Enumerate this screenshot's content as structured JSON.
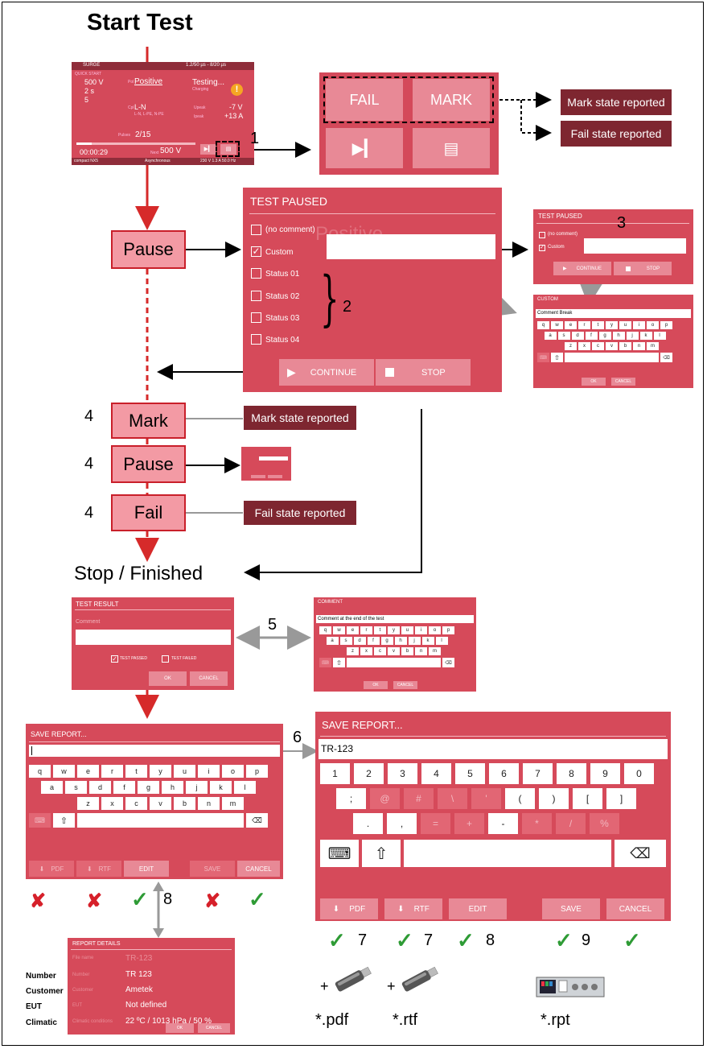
{
  "title": "Start Test",
  "surge": {
    "app": "SURGE",
    "wave": "1.2/50 µs - 8/20 µs",
    "quick": "QUICK START",
    "v1": "500 V",
    "v2": "2 s",
    "v3": "5",
    "pol_label": "Pol",
    "pol": "Positive",
    "testing": "Testing...",
    "charging": "Charging",
    "cpl_label": "Cpl",
    "cpl": "L-N",
    "cpl_sub": "L-N, L-PE, N-PE",
    "upeak_label": "Upeak",
    "upeak": "-7 V",
    "ipeak_label": "Ipeak",
    "ipeak": "+13 A",
    "pulses_label": "Pulses",
    "pulses": "2/15",
    "elapsed": "00:00:29",
    "next_label": "Next",
    "next_v": "500 V",
    "status_left": "compact NX5",
    "status_mid": "Asynchronous",
    "status_right": "230 V  1.3 A  50.0 Hz"
  },
  "action_panel": {
    "fail": "FAIL",
    "mark": "MARK"
  },
  "reports": {
    "mark": "Mark state reported",
    "fail": "Fail state reported"
  },
  "steps": {
    "pause": "Pause",
    "mark": "Mark",
    "fail": "Fail",
    "stop": "Stop / Finished"
  },
  "numbers": {
    "n1": "1",
    "n2": "2",
    "n3": "3",
    "n4": "4",
    "n5": "5",
    "n6": "6",
    "n7": "7",
    "n8": "8",
    "n9": "9"
  },
  "test_paused": {
    "title": "TEST PAUSED",
    "opts": [
      "(no comment)",
      "Custom",
      "Status 01",
      "Status 02",
      "Status 03",
      "Status 04"
    ],
    "continue": "CONTINUE",
    "stop": "STOP",
    "ghost": "Positive"
  },
  "small_paused": {
    "title": "TEST PAUSED",
    "no_comment": "(no comment)",
    "custom": "Custom",
    "continue": "CONTINUE",
    "stop": "STOP"
  },
  "custom_kb": {
    "title": "CUSTOM",
    "value": "Comment Break",
    "ok": "OK",
    "cancel": "CANCEL"
  },
  "test_result": {
    "title": "TEST RESULT",
    "comment": "Comment",
    "passed": "TEST PASSED",
    "failed": "TEST FAILED",
    "ok": "OK",
    "cancel": "CANCEL"
  },
  "comment_kb": {
    "title": "COMMENT",
    "value": "Comment at the end of the test",
    "ok": "OK",
    "cancel": "CANCEL"
  },
  "save_small": {
    "title": "SAVE REPORT...",
    "pdf": "PDF",
    "rtf": "RTF",
    "edit": "EDIT",
    "save": "SAVE",
    "cancel": "CANCEL"
  },
  "save_big": {
    "title": "SAVE REPORT...",
    "value": "TR-123",
    "row1": [
      "1",
      "2",
      "3",
      "4",
      "5",
      "6",
      "7",
      "8",
      "9",
      "0"
    ],
    "row2": [
      ";",
      "@",
      "#",
      "\\",
      "'",
      "(",
      ")",
      "[",
      "]"
    ],
    "row3": [
      ".",
      ",",
      "=",
      "+",
      "-",
      "*",
      "/",
      "%"
    ],
    "pdf": "PDF",
    "rtf": "RTF",
    "edit": "EDIT",
    "save": "SAVE",
    "cancel": "CANCEL"
  },
  "keyboard": {
    "row1": [
      "q",
      "w",
      "e",
      "r",
      "t",
      "y",
      "u",
      "i",
      "o",
      "p"
    ],
    "row2": [
      "a",
      "s",
      "d",
      "f",
      "g",
      "h",
      "j",
      "k",
      "l"
    ],
    "row3": [
      "z",
      "x",
      "c",
      "v",
      "b",
      "n",
      "m"
    ]
  },
  "report_details": {
    "title": "REPORT DETAILS",
    "file_label": "File name",
    "file_value": "TR-123",
    "rows": [
      {
        "outer": "Number",
        "inner": "Number",
        "value": "TR 123"
      },
      {
        "outer": "Customer",
        "inner": "Customer",
        "value": "Ametek"
      },
      {
        "outer": "EUT",
        "inner": "EUT",
        "value": "Not defined"
      },
      {
        "outer": "Climatic",
        "inner": "Climatic conditions",
        "value": "22 ºC / 1013 hPa / 50 %"
      }
    ],
    "ok": "OK",
    "cancel": "CANCEL"
  },
  "files": {
    "pdf": "*.pdf",
    "rtf": "*.rtf",
    "rpt": "*.rpt",
    "plus": "+"
  }
}
